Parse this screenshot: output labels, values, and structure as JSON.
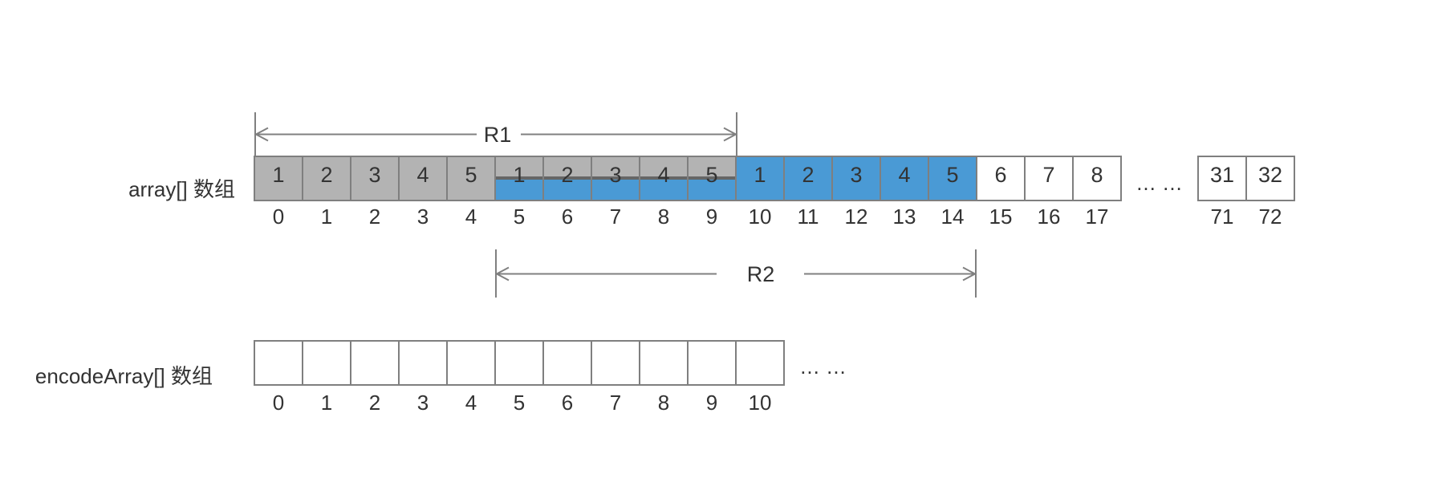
{
  "colors": {
    "gray_fill": "#b3b3b3",
    "blue_fill": "#4a9ad5",
    "cell_border": "#7f7f7f",
    "overlap_divider": "#666666",
    "text": "#333333",
    "arrow": "#808080",
    "background": "#ffffff"
  },
  "main_array": {
    "label": "array[] 数组",
    "ellipsis": "... ...",
    "cells": [
      {
        "value": "1",
        "index": "0",
        "kind": "r1"
      },
      {
        "value": "2",
        "index": "1",
        "kind": "r1"
      },
      {
        "value": "3",
        "index": "2",
        "kind": "r1"
      },
      {
        "value": "4",
        "index": "3",
        "kind": "r1"
      },
      {
        "value": "5",
        "index": "4",
        "kind": "r1"
      },
      {
        "value": "1",
        "index": "5",
        "kind": "overlap"
      },
      {
        "value": "2",
        "index": "6",
        "kind": "overlap"
      },
      {
        "value": "3",
        "index": "7",
        "kind": "overlap"
      },
      {
        "value": "4",
        "index": "8",
        "kind": "overlap"
      },
      {
        "value": "5",
        "index": "9",
        "kind": "overlap"
      },
      {
        "value": "1",
        "index": "10",
        "kind": "r2"
      },
      {
        "value": "2",
        "index": "11",
        "kind": "r2"
      },
      {
        "value": "3",
        "index": "12",
        "kind": "r2"
      },
      {
        "value": "4",
        "index": "13",
        "kind": "r2"
      },
      {
        "value": "5",
        "index": "14",
        "kind": "r2"
      },
      {
        "value": "6",
        "index": "15",
        "kind": "plain"
      },
      {
        "value": "7",
        "index": "16",
        "kind": "plain"
      },
      {
        "value": "8",
        "index": "17",
        "kind": "plain"
      }
    ],
    "tail_cells": [
      {
        "value": "31",
        "index": "71",
        "kind": "plain"
      },
      {
        "value": "32",
        "index": "72",
        "kind": "plain"
      }
    ]
  },
  "ranges": {
    "r1": {
      "label": "R1",
      "covers_indices": "0-9"
    },
    "r2": {
      "label": "R2",
      "covers_indices": "5-14"
    }
  },
  "encode_array": {
    "label": "encodeArray[] 数组",
    "ellipsis": "... ...",
    "cells": [
      {
        "value": "",
        "index": "0"
      },
      {
        "value": "",
        "index": "1"
      },
      {
        "value": "",
        "index": "2"
      },
      {
        "value": "",
        "index": "3"
      },
      {
        "value": "",
        "index": "4"
      },
      {
        "value": "",
        "index": "5"
      },
      {
        "value": "",
        "index": "6"
      },
      {
        "value": "",
        "index": "7"
      },
      {
        "value": "",
        "index": "8"
      },
      {
        "value": "",
        "index": "9"
      },
      {
        "value": "",
        "index": "10"
      }
    ]
  }
}
